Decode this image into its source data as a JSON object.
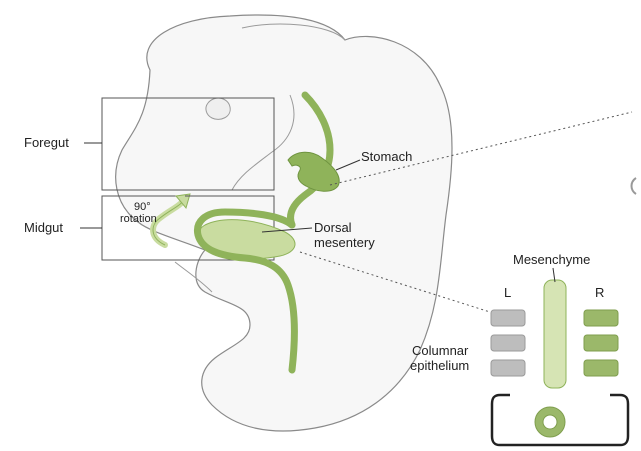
{
  "labels": {
    "foregut": "Foregut",
    "midgut": "Midgut",
    "stomach": "Stomach",
    "rotation_line1": "90°",
    "rotation_line2": "rotation",
    "dorsal_line1": "Dorsal",
    "dorsal_line2": "mesentery",
    "mesenchyme": "Mesenchyme",
    "left": "L",
    "right": "R",
    "columnar_line1": "Columnar",
    "columnar_line2": "epithelium"
  },
  "colors": {
    "gut_green": "#8fb35a",
    "gut_green_light": "#c9dca0",
    "mesenchyme_fill": "#d6e4b4",
    "left_epithelium": "#bdbdbd",
    "right_epithelium": "#9bb86a",
    "embryo_fill": "#f7f7f7",
    "embryo_outline": "#8a8a8a"
  }
}
